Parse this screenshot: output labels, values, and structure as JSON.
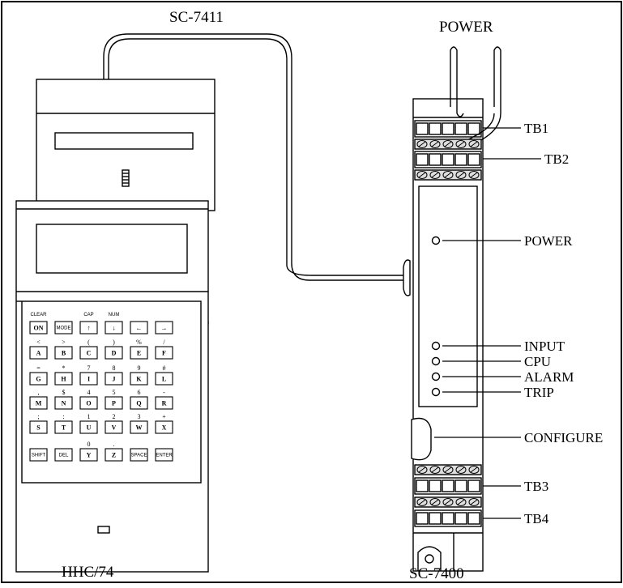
{
  "labels": {
    "cable": "SC-7411",
    "power_top": "POWER",
    "handheld": "HHC/74",
    "module": "SC-7400"
  },
  "module_callouts": [
    "TB1",
    "TB2",
    "POWER",
    "INPUT",
    "CPU",
    "ALARM",
    "TRIP",
    "CONFIGURE",
    "TB3",
    "TB4"
  ],
  "keypad": {
    "top_labels": [
      "CLEAR",
      "",
      "CAP",
      "NUM",
      "",
      ""
    ],
    "rows": [
      {
        "keys": [
          "ON",
          "MODE",
          "↑",
          "↓",
          "←",
          "→"
        ],
        "above": [
          "",
          "",
          "",
          "",
          "",
          ""
        ]
      },
      {
        "keys": [
          "A",
          "B",
          "C",
          "D",
          "E",
          "F"
        ],
        "above": [
          "<",
          ">",
          "(",
          ")",
          "%",
          "/"
        ]
      },
      {
        "keys": [
          "G",
          "H",
          "I",
          "J",
          "K",
          "L"
        ],
        "above": [
          "=",
          "*",
          "7",
          "8",
          "9",
          "#"
        ]
      },
      {
        "keys": [
          "M",
          "N",
          "O",
          "P",
          "Q",
          "R"
        ],
        "above": [
          ",",
          "$",
          "4",
          "5",
          "6",
          "-"
        ]
      },
      {
        "keys": [
          "S",
          "T",
          "U",
          "V",
          "W",
          "X"
        ],
        "above": [
          ";",
          ":",
          "1",
          "2",
          "3",
          "+"
        ]
      },
      {
        "keys": [
          "SHIFT",
          "DEL",
          "Y",
          "Z",
          "SPACE",
          "ENTER"
        ],
        "above": [
          "",
          "",
          "0",
          ".",
          "",
          ""
        ]
      }
    ]
  }
}
